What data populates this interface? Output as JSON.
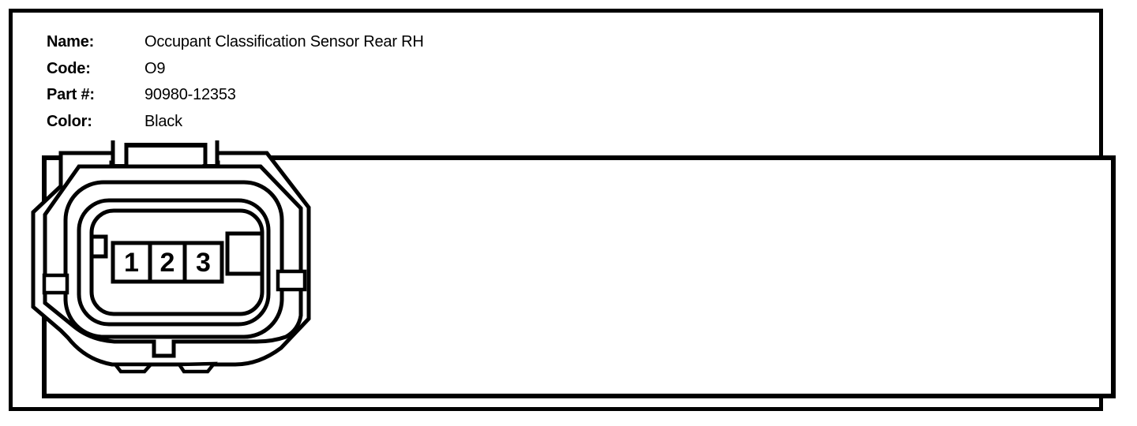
{
  "header": {
    "fields": [
      {
        "label": "Name:",
        "value": "Occupant Classification Sensor Rear RH"
      },
      {
        "label": "Code:",
        "value": "O9"
      },
      {
        "label": "Part #:",
        "value": "90980-12353"
      },
      {
        "label": "Color:",
        "value": "Black"
      }
    ]
  },
  "connector": {
    "pins": [
      "1",
      "2",
      "3"
    ]
  },
  "colors": {
    "line": "#000000",
    "background": "#ffffff"
  }
}
